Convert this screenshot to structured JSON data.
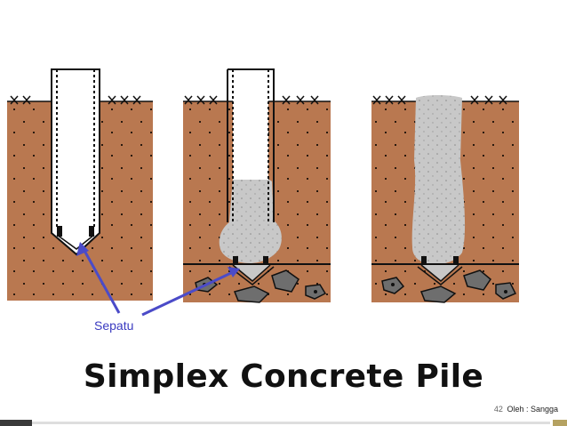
{
  "diagram": {
    "label_shoe": "Sepatu",
    "title": "Simplex Concrete Pile",
    "credit": "Oleh : Sangga",
    "slide_number": "42",
    "colors": {
      "soil": "#b97850",
      "concrete": "#c8c8c8",
      "casing": "#ffffff",
      "arrow": "#4b4bc8",
      "label": "#3a3ac0",
      "rock": "#6e6e6e"
    },
    "stages": [
      "stage-1-casing-driven",
      "stage-2-concrete-placed",
      "stage-3-casing-withdrawn"
    ]
  }
}
